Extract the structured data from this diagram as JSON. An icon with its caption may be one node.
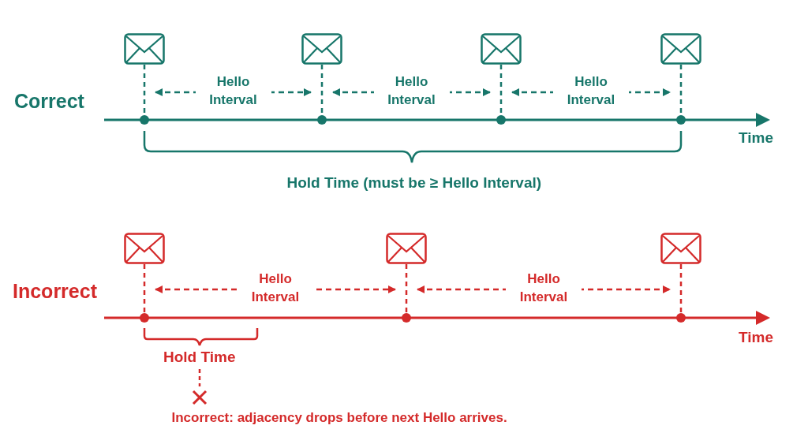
{
  "diagram": {
    "nodes": [
      {
        "text": [],
        "shape": "envelope"
      },
      {
        "text": [],
        "shape": "envelope"
      },
      {
        "text": [],
        "shape": "envelope"
      },
      {
        "text": [],
        "shape": "envelope"
      },
      {
        "text": [],
        "shape": "envelope"
      },
      {
        "text": [],
        "shape": "envelope"
      },
      {
        "text": [],
        "shape": "envelope"
      }
    ],
    "edges": [
      {
        "from": 0,
        "to": 1,
        "arrow": "both",
        "style": "dashed",
        "label": "Hello Interval"
      },
      {
        "from": 1,
        "to": 2,
        "arrow": "both",
        "style": "dashed",
        "label": "Hello Interval"
      },
      {
        "from": 2,
        "to": 3,
        "arrow": "both",
        "style": "dashed",
        "label": "Hello Interval"
      },
      {
        "from": 4,
        "to": 5,
        "arrow": "both",
        "style": "dashed",
        "label": "Hello Interval",
        "color": "#d42a2a"
      },
      {
        "from": 5,
        "to": 6,
        "arrow": "both",
        "style": "dashed",
        "label": "Hello Interval",
        "color": "#d42a2a"
      }
    ],
    "labels": [
      "Correct",
      "Time",
      "Hold Time (must be ≥ Hello Interval)",
      "Incorrect",
      "Time",
      "Hold Time",
      "Incorrect: adjacency drops before next Hello arrives."
    ]
  }
}
